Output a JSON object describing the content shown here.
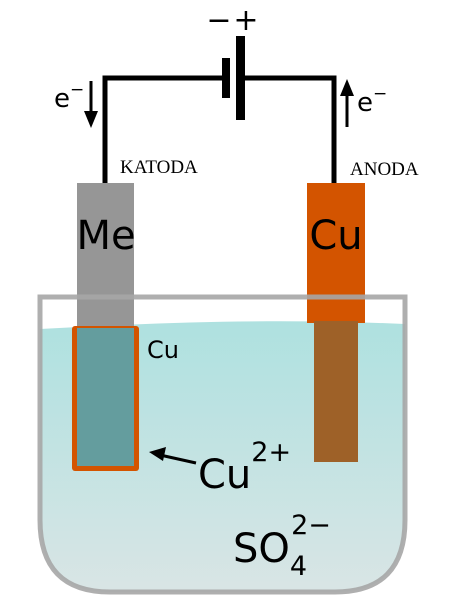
{
  "battery": {
    "minus": "−",
    "plus": "+"
  },
  "cathode": {
    "electron": "e",
    "electron_sup": "−",
    "label": "KATODA",
    "electrode": "Me",
    "coating": "Cu"
  },
  "anode": {
    "electron": "e",
    "electron_sup": "−",
    "label": "ANODA",
    "electrode": "Cu"
  },
  "ions": {
    "copper": "Cu",
    "copper_charge": "2+",
    "sulfate": "SO",
    "sulfate_sub": "4",
    "sulfate_charge": "2−"
  },
  "colors": {
    "copper": "#d35400",
    "metal": "#969696",
    "solution": "#aee1e0",
    "vessel": "#a6a6a6",
    "wire": "#000000"
  }
}
